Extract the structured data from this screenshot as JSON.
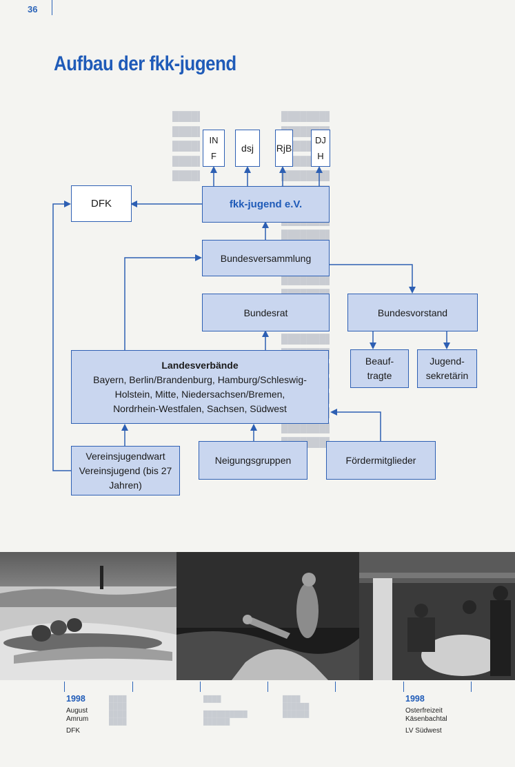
{
  "page": {
    "number": "36",
    "title": "Aufbau der fkk-jugend"
  },
  "diagram": {
    "top_boxes": [
      "IN\nF",
      "dsj",
      "RjB",
      "DJ\nH"
    ],
    "dfk": "DFK",
    "fkk_jugend": "fkk-jugend e.V.",
    "bundesversammlung": "Bundesversammlung",
    "bundesrat": "Bundesrat",
    "bundesvorstand": "Bundesvorstand",
    "beauftragte": "Beauf-\ntragte",
    "jugendsekretaerin": "Jugend-\nsekretärin",
    "landesverbaende": {
      "title": "Landesverbände",
      "lines": [
        "Bayern, Berlin/Brandenburg, Hamburg/Schleswig-",
        "Holstein, Mitte, Niedersachsen/Bremen,",
        "Nordrhein-Westfalen, Sachsen, Südwest"
      ]
    },
    "vereinsjugend": [
      "Vereinsjugendwart",
      "Vereinsjugend (bis 27",
      "Jahren)"
    ],
    "neigungsgruppen": "Neigungsgruppen",
    "foerdermitglieder": "Fördermitglieder"
  },
  "colors": {
    "accent": "#1f5bb8",
    "box_fill": "#c9d6ef",
    "box_border": "#2d5fb3",
    "paper": "#f4f4f1"
  },
  "timeline": [
    {
      "year": "1998",
      "lines": [
        "August",
        "Amrum"
      ],
      "org": "DFK"
    },
    {
      "year": "1998",
      "lines": [
        "Osterfreizeit",
        "Käsenbachtal"
      ],
      "org": "LV Südwest"
    }
  ]
}
